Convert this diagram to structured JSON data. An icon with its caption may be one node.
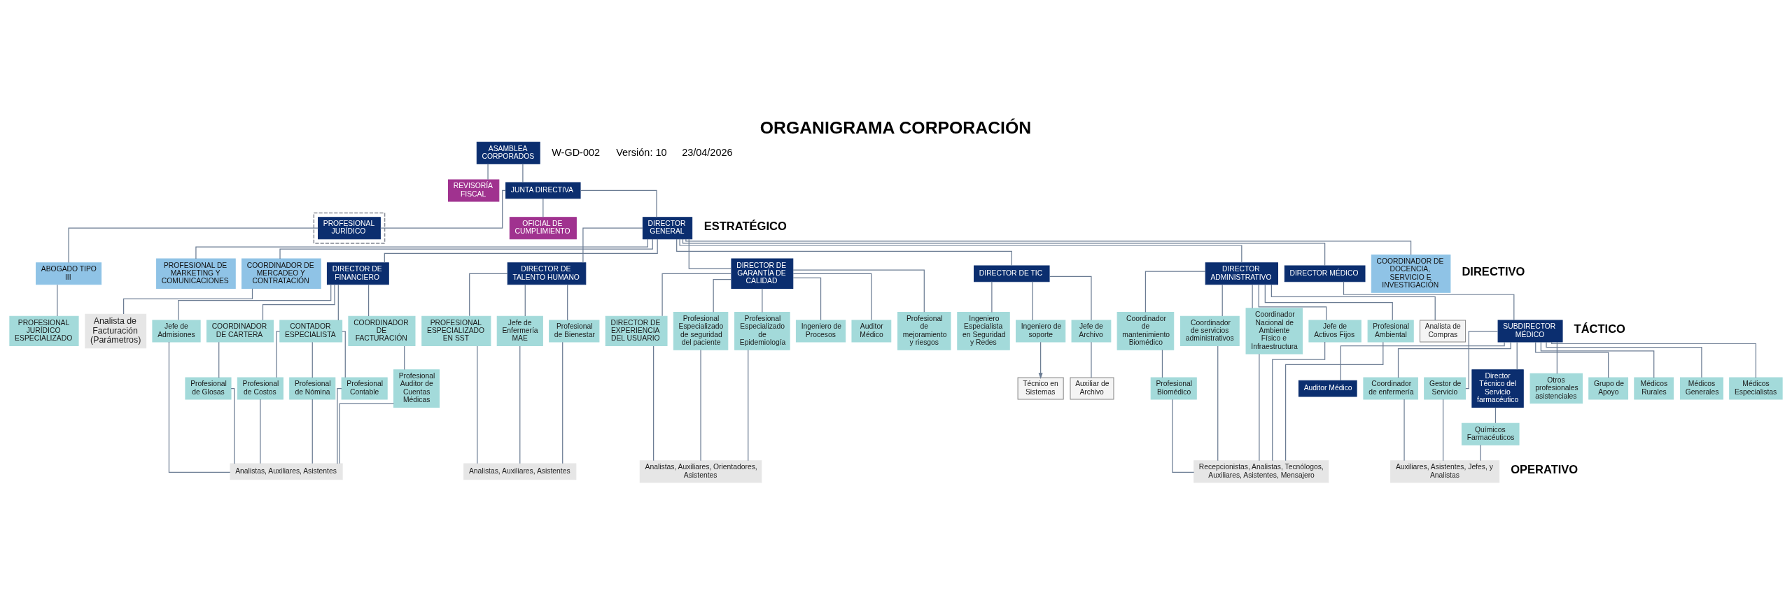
{
  "diagram": {
    "title": "ORGANIGRAMA CORPORACIÓN",
    "nodes": [
      {
        "text": [
          "ASAMBLEA CORPORADOS"
        ]
      },
      {
        "text": [
          "REVISORÍA FISCAL"
        ]
      },
      {
        "text": [
          "JUNTA DIRECTIVA"
        ]
      },
      {
        "text": [],
        "shape": "box"
      },
      {
        "text": [
          "PROFESIONAL JURÍDICO"
        ],
        "in": 3
      },
      {
        "text": [
          "OFICIAL DE CUMPLIMIENTO"
        ]
      },
      {
        "text": [
          "DIRECTOR GENERAL"
        ]
      },
      {
        "text": [
          "ABOGADO TIPO III"
        ]
      },
      {
        "text": [
          "PROFESIONAL JURÍDICO ESPECIALIZADO"
        ]
      },
      {
        "text": [
          "PROFESIONAL DE MARKETING Y COMUNICACIONES"
        ]
      },
      {
        "text": [
          "COORDINADOR DE MERCADEO Y CONTRATACIÓN"
        ]
      },
      {
        "text": [
          "Analista de Facturación (Parámetros)"
        ]
      },
      {
        "text": [
          "DIRECTOR DE FINANCIERO"
        ]
      },
      {
        "text": [
          "Jefe de Admisiones"
        ]
      },
      {
        "text": [
          "COORDINADOR DE CARTERA"
        ]
      },
      {
        "text": [
          "Profesional de Glosas"
        ]
      },
      {
        "text": [
          "CONTADOR ESPECIALISTA"
        ]
      },
      {
        "text": [
          "Profesional de Costos"
        ]
      },
      {
        "text": [
          "Profesional de Nómina"
        ]
      },
      {
        "text": [
          "Profesional Contable"
        ]
      },
      {
        "text": [
          "COORDINADOR DE FACTURACIÓN"
        ]
      },
      {
        "text": [
          "Profesional Auditor de Cuentas Médicas"
        ]
      },
      {
        "text": [
          "Analistas, Auxiliares, Asistentes"
        ]
      },
      {
        "text": [
          "DIRECTOR DE TALENTO HUMANO"
        ]
      },
      {
        "text": [
          "PROFESIONAL ESPECIALIZADO EN SST"
        ]
      },
      {
        "text": [
          "Jefe de Enfermería MAE"
        ]
      },
      {
        "text": [
          "Profesional de Bienestar"
        ]
      },
      {
        "text": [
          "Analistas, Auxiliares, Asistentes"
        ]
      },
      {
        "text": [
          "DIRECTOR DE GARANTÍA DE CALIDAD"
        ]
      },
      {
        "text": [
          "DIRECTOR DE EXPERIENCIA DEL USUARIO"
        ]
      },
      {
        "text": [
          "Profesional Especializado de seguridad del paciente"
        ]
      },
      {
        "text": [
          "Profesional Especializado de Epidemiología"
        ]
      },
      {
        "text": [
          "Ingeniero de Procesos"
        ]
      },
      {
        "text": [
          "Auditor Médico"
        ]
      },
      {
        "text": [
          "Profesional de mejoramiento y riesgos"
        ]
      },
      {
        "text": [
          "Analistas, Auxiliares, Orientadores, Asistentes"
        ]
      },
      {
        "text": [
          "DIRECTOR DE TIC"
        ]
      },
      {
        "text": [
          "Ingeniero Especialista en Seguridad y Redes"
        ]
      },
      {
        "text": [
          "Ingeniero de soporte"
        ]
      },
      {
        "text": [
          "Técnico en Sistemas"
        ]
      },
      {
        "text": [
          "Jefe de Archivo"
        ]
      },
      {
        "text": [
          "Auxiliar de Archivo"
        ]
      },
      {
        "text": [
          "DIRECTOR ADMINISTRATIVO"
        ]
      },
      {
        "text": [
          "Coordinador de mantenimiento Biomédico"
        ]
      },
      {
        "text": [
          "Profesional Biomédico"
        ]
      },
      {
        "text": [
          "Coordinador de servicios administrativos"
        ]
      },
      {
        "text": [
          "Coordinador Nacional de Ambiente Físico e Infraestructura"
        ]
      },
      {
        "text": [
          "Jefe de Activos Fijos"
        ]
      },
      {
        "text": [
          "Profesional Ambiental"
        ]
      },
      {
        "text": [
          "Analista de Compras"
        ]
      },
      {
        "text": [
          "Recepcionistas, Analistas, Tecnólogos, Auxiliares, Asistentes, Mensajero"
        ]
      },
      {
        "text": [
          "DIRECTOR MÉDICO"
        ]
      },
      {
        "text": [
          "SUBDIRECTOR MÉDICO"
        ]
      },
      {
        "text": [
          "Auditor Médico"
        ]
      },
      {
        "text": [
          "Coordinador de enfermería"
        ]
      },
      {
        "text": [
          "Gestor de Servicio"
        ]
      },
      {
        "text": [
          "Director Técnico del Servicio farmacéutico"
        ]
      },
      {
        "text": [
          "Químicos Farmacéuticos"
        ]
      },
      {
        "text": [
          "Otros profesionales asistenciales"
        ]
      },
      {
        "text": [
          "Grupo de Apoyo"
        ]
      },
      {
        "text": [
          "Médicos Rurales"
        ]
      },
      {
        "text": [
          "Médicos Generales"
        ]
      },
      {
        "text": [
          "Médicos Especialistas"
        ]
      },
      {
        "text": [
          "Auxiliares, Asistentes, Jefes, y Analistas"
        ]
      },
      {
        "text": [
          "COORDINADOR DE DOCENCIA, SERVICIO E INVESTIGACIÓN"
        ]
      }
    ],
    "edges": [
      {
        "from": 0,
        "to": 1,
        "arrow": "none"
      },
      {
        "from": 0,
        "to": 2,
        "arrow": "none"
      },
      {
        "from": 2,
        "to": 4,
        "arrow": "none"
      },
      {
        "from": 2,
        "to": 6,
        "arrow": "none"
      },
      {
        "from": 2,
        "to": 5,
        "arrow": "none"
      },
      {
        "from": 4,
        "to": 7,
        "arrow": "none"
      },
      {
        "from": 7,
        "to": 8,
        "arrow": "none"
      },
      {
        "from": 6,
        "to": 9,
        "arrow": "none"
      },
      {
        "from": 6,
        "to": 10,
        "arrow": "none"
      },
      {
        "from": 10,
        "to": 11,
        "arrow": "none"
      },
      {
        "from": 6,
        "to": 12,
        "arrow": "none"
      },
      {
        "from": 12,
        "to": 13,
        "arrow": "none"
      },
      {
        "from": 12,
        "to": 14,
        "arrow": "none"
      },
      {
        "from": 14,
        "to": 15,
        "arrow": "none"
      },
      {
        "from": 12,
        "to": 16,
        "arrow": "none"
      },
      {
        "from": 16,
        "to": 17,
        "arrow": "none"
      },
      {
        "from": 16,
        "to": 18,
        "arrow": "none"
      },
      {
        "from": 16,
        "to": 19,
        "arrow": "none"
      },
      {
        "from": 12,
        "to": 20,
        "arrow": "none"
      },
      {
        "from": 20,
        "to": 21,
        "arrow": "none"
      },
      {
        "from": 13,
        "to": 22,
        "arrow": "none"
      },
      {
        "from": 15,
        "to": 22,
        "arrow": "none"
      },
      {
        "from": 17,
        "to": 22,
        "arrow": "none"
      },
      {
        "from": 18,
        "to": 22,
        "arrow": "none"
      },
      {
        "from": 19,
        "to": 22,
        "arrow": "none"
      },
      {
        "from": 21,
        "to": 22,
        "arrow": "none"
      },
      {
        "from": 6,
        "to": 23,
        "arrow": "none"
      },
      {
        "from": 23,
        "to": 24,
        "arrow": "none"
      },
      {
        "from": 23,
        "to": 25,
        "arrow": "none"
      },
      {
        "from": 23,
        "to": 26,
        "arrow": "none"
      },
      {
        "from": 24,
        "to": 27,
        "arrow": "none"
      },
      {
        "from": 25,
        "to": 27,
        "arrow": "none"
      },
      {
        "from": 26,
        "to": 27,
        "arrow": "none"
      },
      {
        "from": 6,
        "to": 28,
        "arrow": "none"
      },
      {
        "from": 28,
        "to": 29,
        "arrow": "none"
      },
      {
        "from": 28,
        "to": 30,
        "arrow": "none"
      },
      {
        "from": 28,
        "to": 31,
        "arrow": "none"
      },
      {
        "from": 28,
        "to": 32,
        "arrow": "none"
      },
      {
        "from": 28,
        "to": 33,
        "arrow": "none"
      },
      {
        "from": 28,
        "to": 34,
        "arrow": "none"
      },
      {
        "from": 29,
        "to": 35,
        "arrow": "none"
      },
      {
        "from": 30,
        "to": 35,
        "arrow": "none"
      },
      {
        "from": 31,
        "to": 35,
        "arrow": "none"
      },
      {
        "from": 6,
        "to": 36,
        "arrow": "none"
      },
      {
        "from": 36,
        "to": 37,
        "arrow": "none"
      },
      {
        "from": 36,
        "to": 38,
        "arrow": "none"
      },
      {
        "from": 38,
        "to": 39,
        "arrow": "to"
      },
      {
        "from": 36,
        "to": 40,
        "arrow": "none"
      },
      {
        "from": 40,
        "to": 41,
        "arrow": "none"
      },
      {
        "from": 6,
        "to": 42,
        "arrow": "none"
      },
      {
        "from": 42,
        "to": 43,
        "arrow": "none"
      },
      {
        "from": 43,
        "to": 44,
        "arrow": "none"
      },
      {
        "from": 42,
        "to": 45,
        "arrow": "none"
      },
      {
        "from": 42,
        "to": 46,
        "arrow": "none"
      },
      {
        "from": 42,
        "to": 47,
        "arrow": "none"
      },
      {
        "from": 42,
        "to": 48,
        "arrow": "none"
      },
      {
        "from": 42,
        "to": 49,
        "arrow": "none"
      },
      {
        "from": 44,
        "to": 50,
        "arrow": "none"
      },
      {
        "from": 45,
        "to": 50,
        "arrow": "none"
      },
      {
        "from": 46,
        "to": 50,
        "arrow": "none"
      },
      {
        "from": 47,
        "to": 50,
        "arrow": "none"
      },
      {
        "from": 48,
        "to": 50,
        "arrow": "none"
      },
      {
        "from": 6,
        "to": 51,
        "arrow": "none"
      },
      {
        "from": 51,
        "to": 52,
        "arrow": "none"
      },
      {
        "from": 52,
        "to": 53,
        "arrow": "none"
      },
      {
        "from": 52,
        "to": 54,
        "arrow": "none"
      },
      {
        "from": 52,
        "to": 55,
        "arrow": "none"
      },
      {
        "from": 52,
        "to": 56,
        "arrow": "none"
      },
      {
        "from": 56,
        "to": 57,
        "arrow": "none"
      },
      {
        "from": 52,
        "to": 58,
        "arrow": "none"
      },
      {
        "from": 52,
        "to": 59,
        "arrow": "none"
      },
      {
        "from": 52,
        "to": 60,
        "arrow": "none"
      },
      {
        "from": 52,
        "to": 61,
        "arrow": "none"
      },
      {
        "from": 52,
        "to": 62,
        "arrow": "none"
      },
      {
        "from": 54,
        "to": 63,
        "arrow": "none"
      },
      {
        "from": 55,
        "to": 63,
        "arrow": "none"
      },
      {
        "from": 57,
        "to": 63,
        "arrow": "none"
      },
      {
        "from": 6,
        "to": 64,
        "arrow": "none"
      }
    ],
    "labels": [
      "W-GD-002",
      "Versión: 10",
      "23/04/2026",
      "ESTRATÉGICO",
      "DIRECTIVO",
      "TÁCTICO",
      "OPERATIVO"
    ]
  }
}
